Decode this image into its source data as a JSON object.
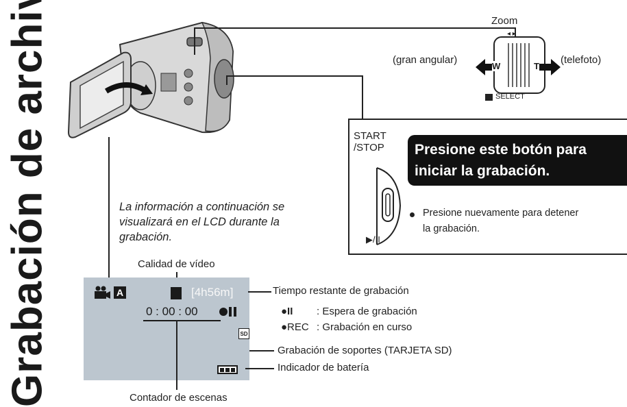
{
  "sidebar": {
    "title": "Grabación de archivos"
  },
  "zoom": {
    "title": "Zoom",
    "wide_label": "(gran angular)",
    "tele_label": "(telefoto)",
    "w_key": "W",
    "t_key": "T",
    "select_label": "SELECT"
  },
  "start_stop": {
    "label_line1": "START",
    "label_line2": "/STOP",
    "callout_line1": "Presione este botón para",
    "callout_line2": "iniciar la grabación.",
    "note": "Presione nuevamente para detener",
    "note_line2": "la grabación.",
    "play_pause": "▶/II"
  },
  "info_text": {
    "line1": "La información a continuación se",
    "line2": "visualizará en el LCD durante la",
    "line3": "grabación."
  },
  "lcd": {
    "mode_a": "A",
    "remaining": "[4h56m]",
    "counter": "0 : 00 : 00",
    "sd": "SD"
  },
  "labels": {
    "video_quality": "Calidad de vídeo",
    "remaining_time": "Tiempo restante de grabación",
    "standby_symbol": "●II",
    "standby": ": Espera de grabación",
    "rec_symbol": "●REC",
    "recording": ": Grabación en curso",
    "media": "Grabación de soportes (TARJETA SD)",
    "battery": "Indicador de batería",
    "scene_counter": "Contador de escenas"
  },
  "colors": {
    "lcd_bg": "#bcc6cf",
    "callout_bg": "#111111"
  }
}
